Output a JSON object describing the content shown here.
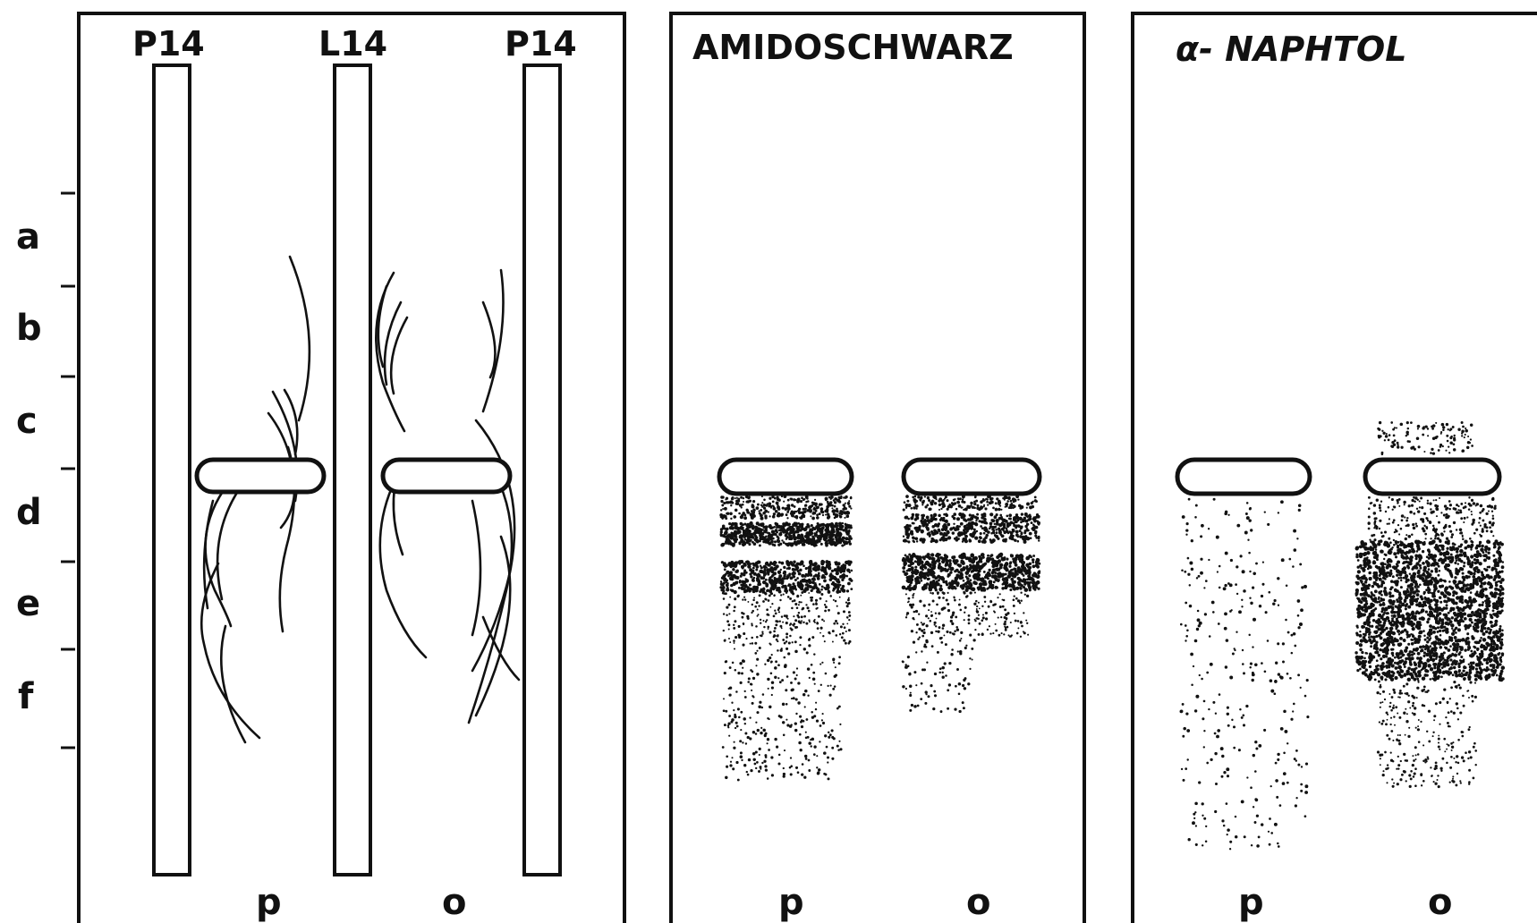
{
  "row_labels": [
    "a",
    "b",
    "c",
    "d",
    "e",
    "f"
  ],
  "panel1": {
    "column_labels": [
      "P14",
      "L14",
      "P14"
    ],
    "lane_labels": [
      "p",
      "o"
    ]
  },
  "panel2": {
    "title": "AMIDOSCHWARZ",
    "lane_labels": [
      "p",
      "o"
    ]
  },
  "panel3": {
    "title": "α- NAPHTOL",
    "lane_labels": [
      "p",
      "o"
    ]
  },
  "colors": {
    "ink": "#111111",
    "background": "#ffffff"
  }
}
